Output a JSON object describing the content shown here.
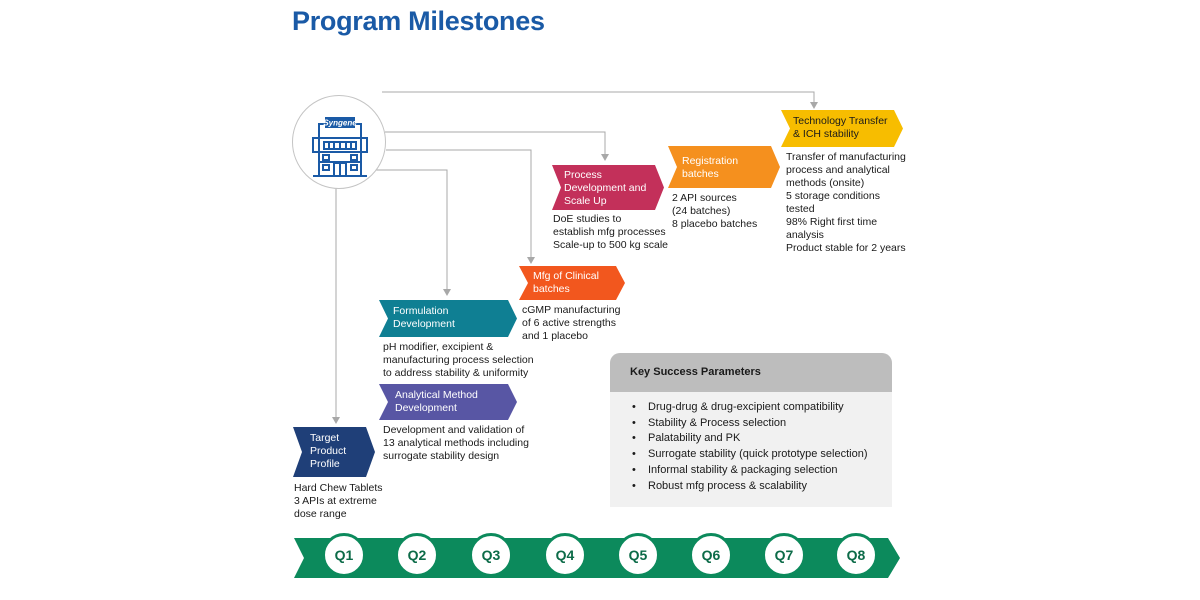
{
  "title": "Program Milestones",
  "logo_text": "Syngene",
  "colors": {
    "title": "#1a5aa6",
    "target": "#1f3f78",
    "formulation": "#0f7f93",
    "analytical": "#5856a4",
    "clinical": "#f2571e",
    "process": "#c3305a",
    "registration": "#f5901e",
    "tech_transfer": "#f7bd00",
    "timeline": "#0c8a5c",
    "connector": "#a8a8a8"
  },
  "milestones": {
    "target": {
      "label": "Target\nProduct\nProfile",
      "desc": "Hard Chew Tablets\n3 APIs at extreme\ndose range"
    },
    "formulation": {
      "label": "Formulation\nDevelopment",
      "desc": "pH modifier, excipient &\nmanufacturing process selection\nto address stability & uniformity"
    },
    "analytical": {
      "label": "Analytical Method\nDevelopment",
      "desc": "Development and validation of\n13 analytical methods including\nsurrogate stability design"
    },
    "clinical": {
      "label": "Mfg of Clinical\nbatches",
      "desc": "cGMP manufacturing\nof 6 active strengths\nand 1 placebo"
    },
    "process": {
      "label": "Process\nDevelopment and\nScale Up",
      "desc": "DoE studies to\nestablish mfg processes\nScale-up to 500 kg scale"
    },
    "registration": {
      "label": "Registration\nbatches",
      "desc": "2 API sources\n(24 batches)\n8 placebo batches"
    },
    "tech_transfer": {
      "label": "Technology Transfer\n& ICH stability",
      "desc": "Transfer of manufacturing\nprocess and analytical\nmethods (onsite)\n5 storage conditions\ntested\n98% Right first time\nanalysis\nProduct stable for 2 years"
    }
  },
  "ksp": {
    "heading": "Key Success Parameters",
    "items": [
      "Drug-drug & drug-excipient compatibility",
      "Stability & Process selection",
      "Palatability and PK",
      "Surrogate stability (quick prototype selection)",
      "Informal stability & packaging selection",
      "Robust mfg process & scalability"
    ]
  },
  "quarters": [
    "Q1",
    "Q2",
    "Q3",
    "Q4",
    "Q5",
    "Q6",
    "Q7",
    "Q8"
  ]
}
